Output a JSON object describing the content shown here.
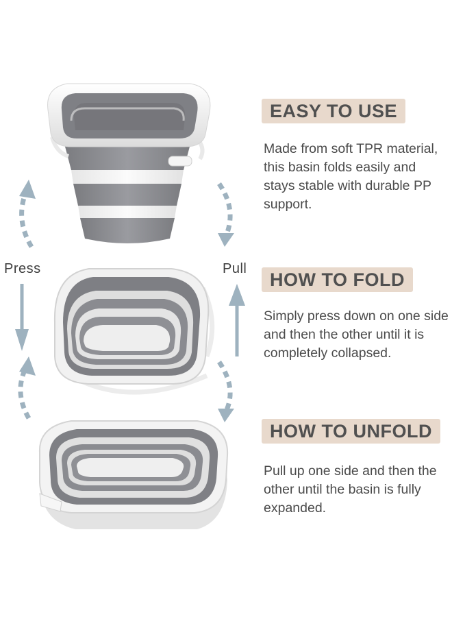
{
  "labels": {
    "press": "Press",
    "pull": "Pull"
  },
  "sections": [
    {
      "title": "EASY TO USE",
      "body": "Made from soft TPR material, this basin folds easily and stays stable with durable PP support."
    },
    {
      "title": "HOW TO FOLD",
      "body": "Simply press down on one side and then the other until it is completely collapsed."
    },
    {
      "title": "HOW TO UNFOLD",
      "body": "Pull up one side and then the other until the basin is fully expanded."
    }
  ],
  "colors": {
    "tag_background": "#e8d9cc",
    "arrow": "#9eb2bf",
    "basin_grey": "#8a8b90",
    "basin_white": "#f2f2f2"
  }
}
